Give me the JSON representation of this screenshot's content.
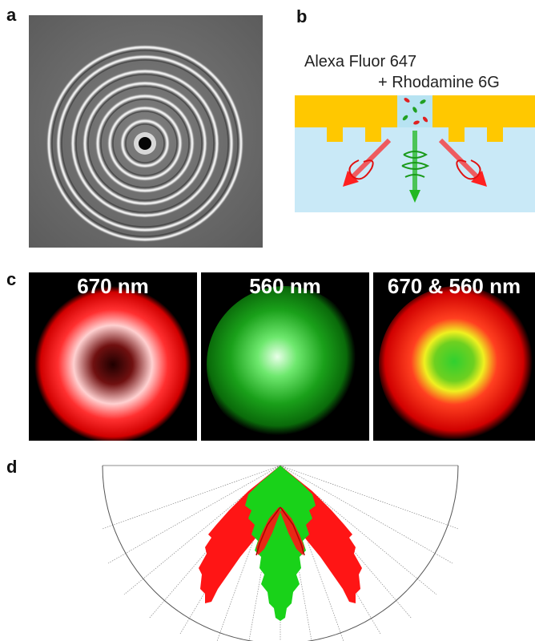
{
  "panels": {
    "a": {
      "label": "a"
    },
    "b": {
      "label": "b",
      "dye1": "Alexa Fluor 647",
      "dye2": "+ Rhodamine 6G"
    },
    "c": {
      "label": "c",
      "images": [
        {
          "caption": "670 nm"
        },
        {
          "caption": "560 nm"
        },
        {
          "caption": "670 & 560 nm"
        }
      ]
    },
    "d": {
      "label": "d"
    }
  },
  "colors": {
    "gold": "#FFC800",
    "substrate": "#C9E9F7",
    "red": "#FF1A1A",
    "green": "#19D219"
  }
}
